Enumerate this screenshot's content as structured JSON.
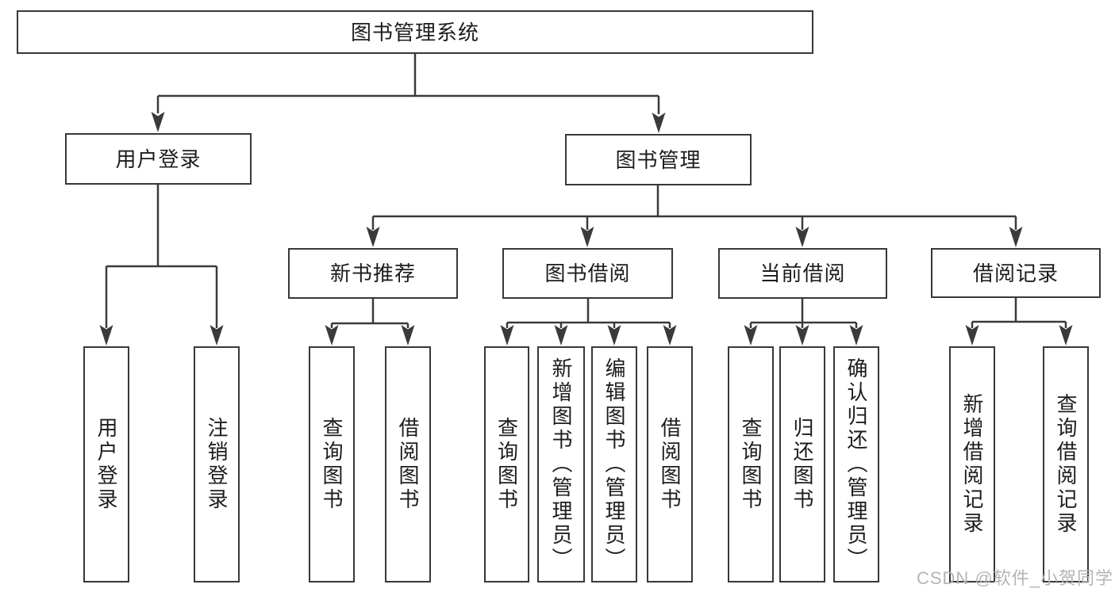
{
  "colors": {
    "line": "#3a3a3a",
    "border": "#383838",
    "text": "#1d1d1f",
    "bg": "#ffffff",
    "watermark": "#b5b5b5"
  },
  "tree": {
    "label": "图书管理系统",
    "children": [
      {
        "label": "用户登录",
        "children": [
          {
            "label": "用户登录"
          },
          {
            "label": "注销登录"
          }
        ]
      },
      {
        "label": "图书管理",
        "children": [
          {
            "label": "新书推荐",
            "children": [
              {
                "label": "查询图书"
              },
              {
                "label": "借阅图书"
              }
            ]
          },
          {
            "label": "图书借阅",
            "children": [
              {
                "label": "查询图书"
              },
              {
                "label": "新增图书（管理员）"
              },
              {
                "label": "编辑图书（管理员）"
              },
              {
                "label": "借阅图书"
              }
            ]
          },
          {
            "label": "当前借阅",
            "children": [
              {
                "label": "查询图书"
              },
              {
                "label": "归还图书"
              },
              {
                "label": "确认归还（管理员）"
              }
            ]
          },
          {
            "label": "借阅记录",
            "children": [
              {
                "label": "新增借阅记录"
              },
              {
                "label": "查询借阅记录"
              }
            ]
          }
        ]
      }
    ]
  },
  "watermark": {
    "text": "CSDN @软件_小贺同学"
  }
}
